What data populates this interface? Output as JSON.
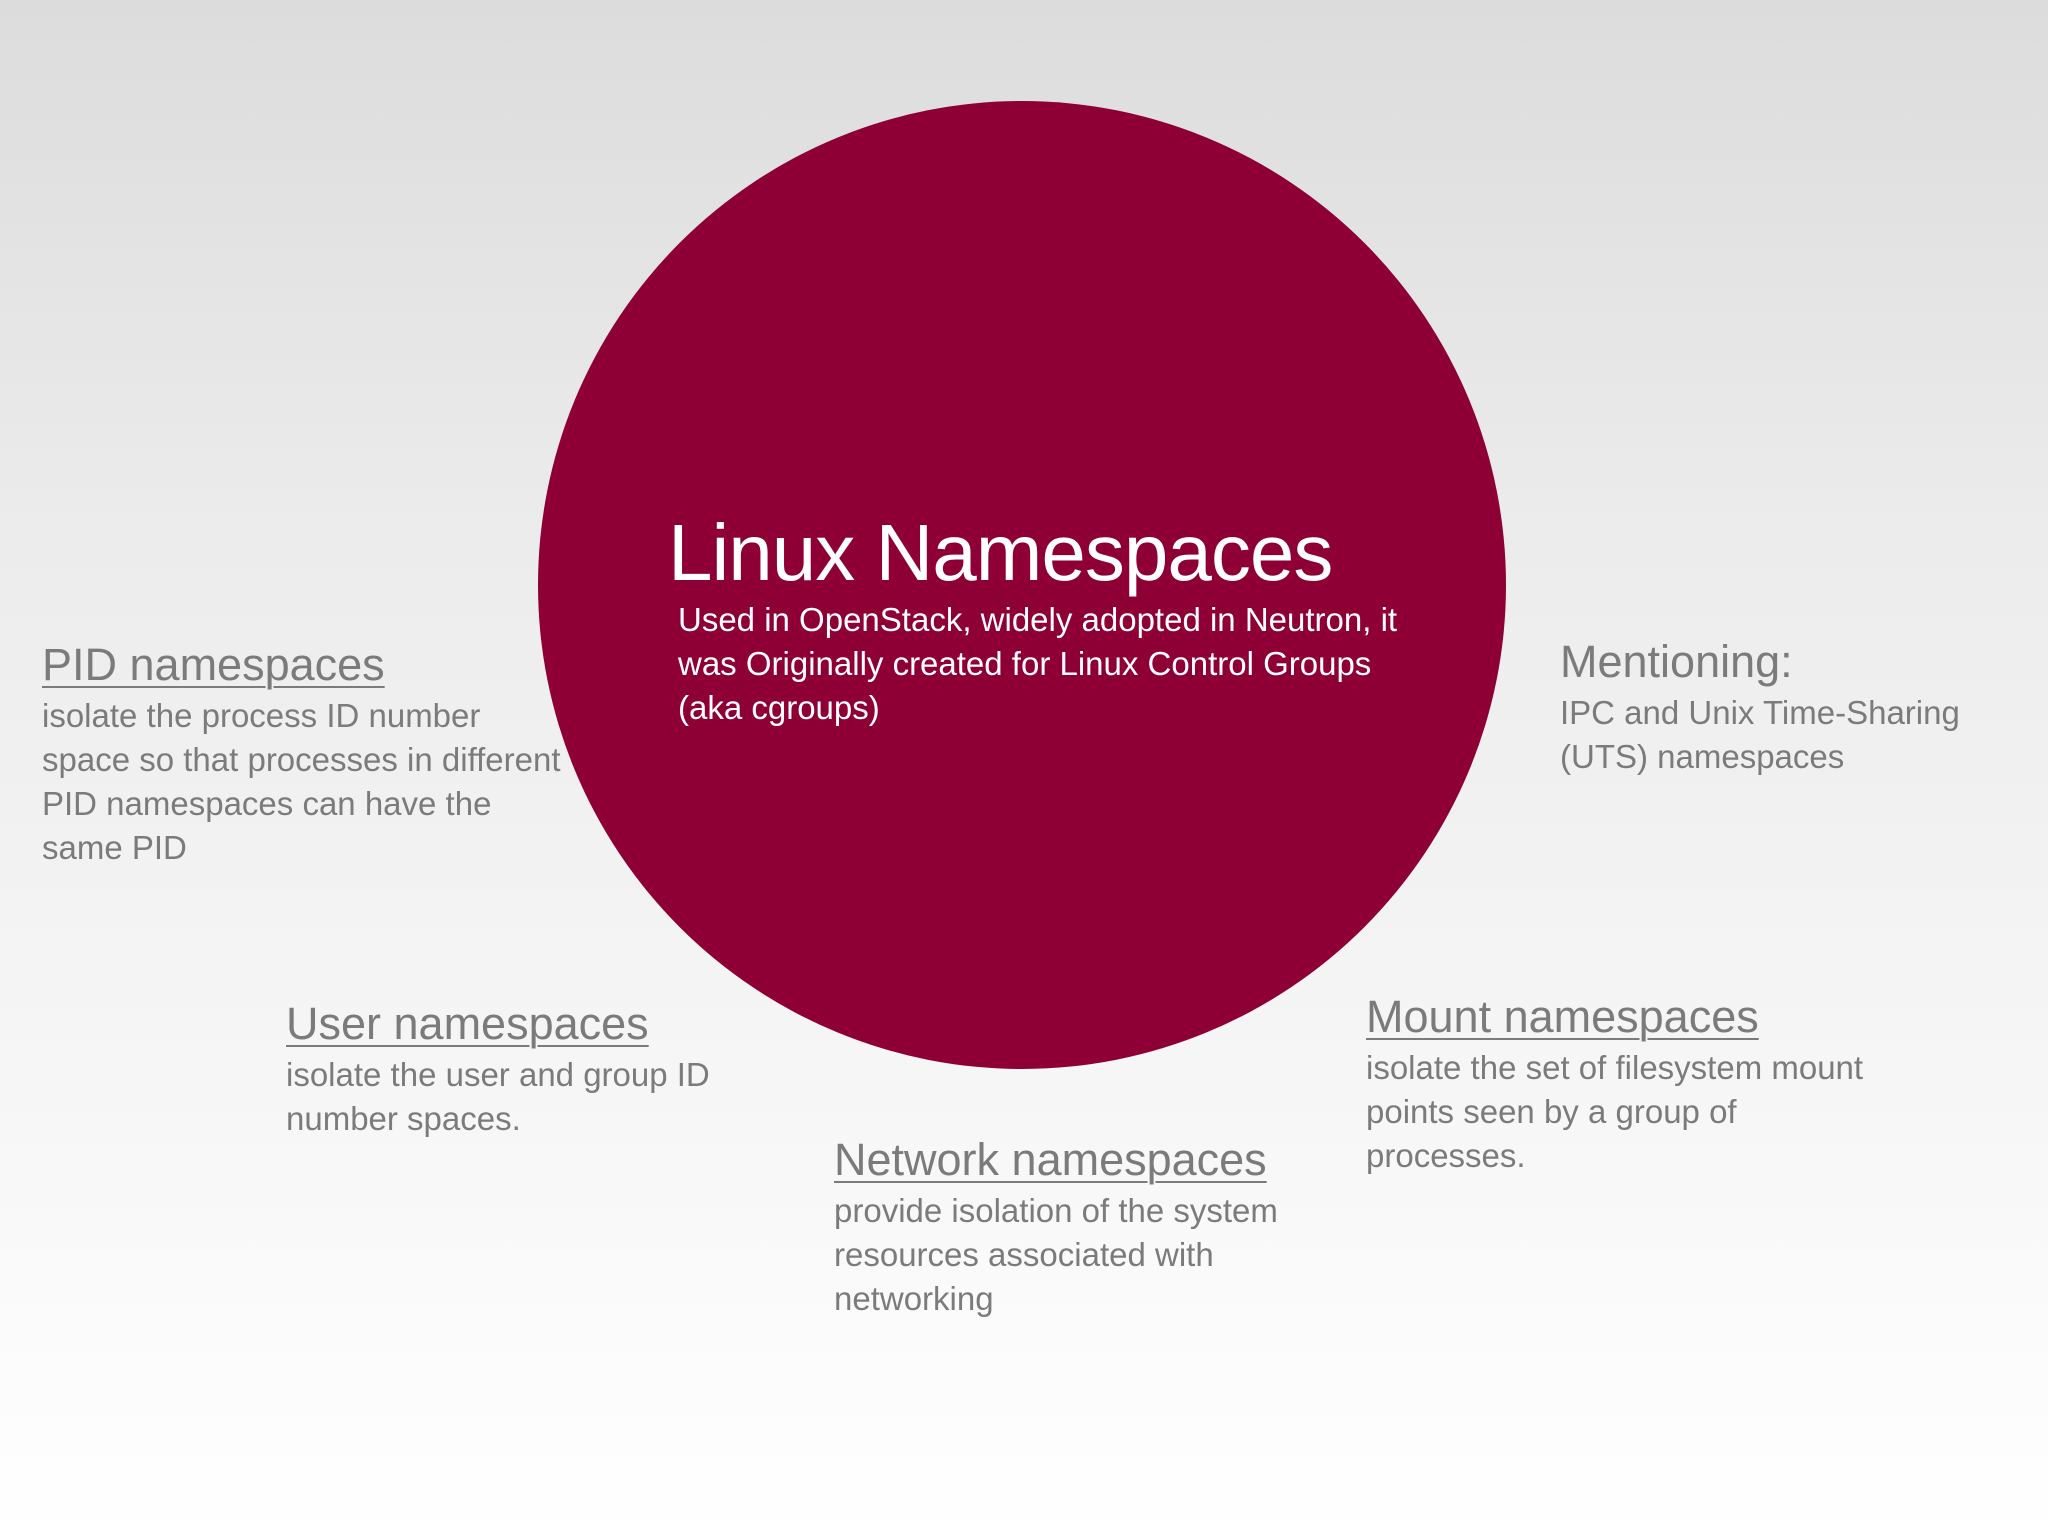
{
  "center": {
    "title": "Linux Namespaces",
    "description": "Used in OpenStack, widely adopted in Neutron, it was Originally created for Linux Control Groups (aka cgroups)",
    "color": "#8e0035"
  },
  "items": {
    "pid": {
      "title": "PID namespaces",
      "description": "isolate the process ID number space so that processes in different PID namespaces can have the same PID"
    },
    "mentioning": {
      "title": "Mentioning:",
      "description": "IPC and Unix Time-Sharing (UTS) namespaces"
    },
    "user": {
      "title": "User namespaces",
      "description": "isolate the user and group ID number spaces."
    },
    "mount": {
      "title": "Mount namespaces",
      "description": "isolate the set of filesystem mount points seen by a group of processes."
    },
    "network": {
      "title": "Network namespaces",
      "description": "provide isolation of the system resources associated with networking"
    }
  },
  "colors": {
    "text": "#7b7b7b",
    "background_top": "#dcdcdc",
    "background_bottom": "#ffffff"
  }
}
